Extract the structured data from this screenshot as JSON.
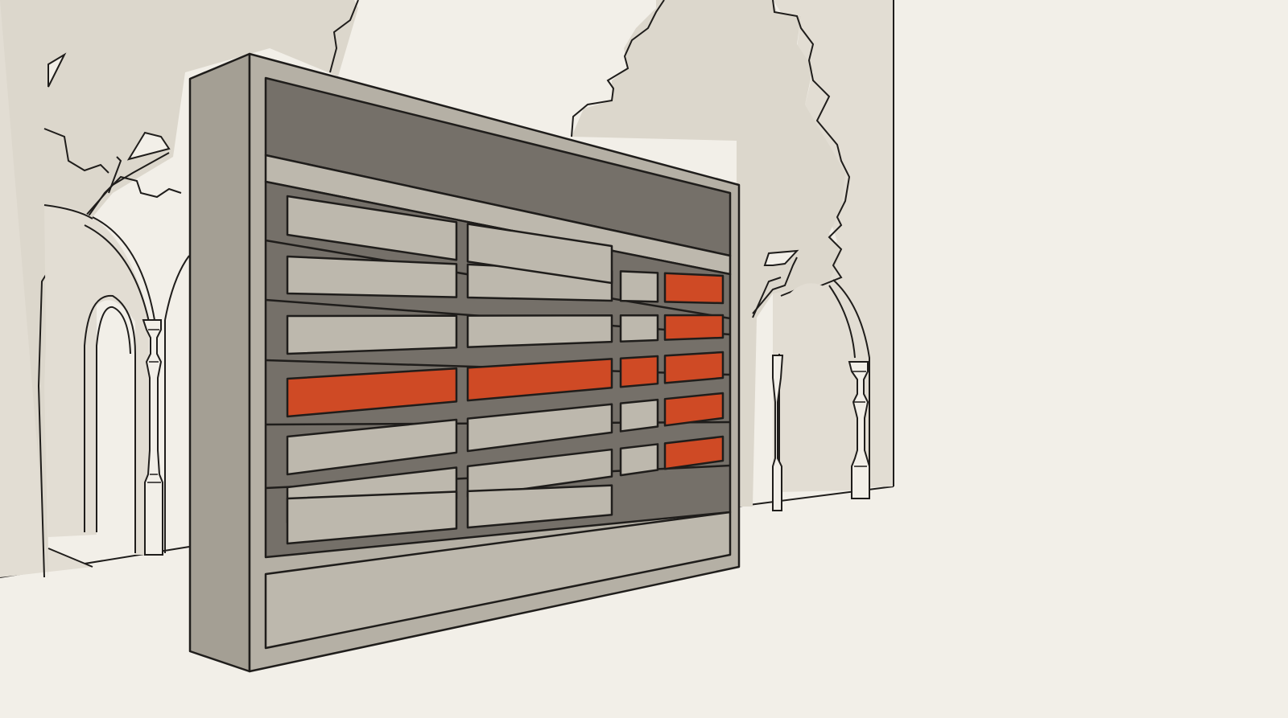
{
  "palette": {
    "background": "#f2efe8",
    "wall": "#e2ddd3",
    "tree": "#dcd7cc",
    "board_frame": "#b5b0a5",
    "board_side": "#a49f94",
    "board_inner": "#757069",
    "cell_idle": "#bdb8ad",
    "cell_alert": "#cf4a25",
    "stroke": "#1f1d1b"
  },
  "board": {
    "rows": [
      {
        "cells": [
          "idle",
          "idle"
        ]
      },
      {
        "cells": [
          "idle",
          "idle",
          "idle",
          "alert"
        ]
      },
      {
        "cells": [
          "idle",
          "idle",
          "idle",
          "alert"
        ]
      },
      {
        "cells": [
          "alert",
          "alert",
          "alert",
          "alert"
        ]
      },
      {
        "cells": [
          "idle",
          "idle",
          "idle",
          "alert"
        ]
      },
      {
        "cells": [
          "idle",
          "idle",
          "idle",
          "alert"
        ]
      },
      {
        "cells": [
          "idle",
          "idle"
        ]
      }
    ]
  },
  "icons": [
    "tree-icon",
    "arch-icon",
    "baluster-icon"
  ]
}
